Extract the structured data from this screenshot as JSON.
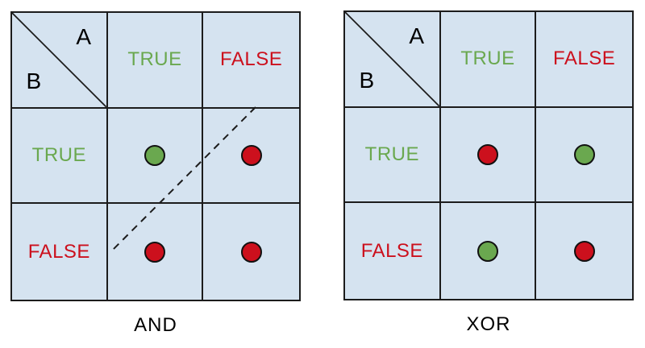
{
  "colors": {
    "cell_background": "#d5e3f0",
    "grid_line": "#1c1c1c",
    "true_green": "#6aa84f",
    "false_red": "#cc101d",
    "caption_black": "#000000"
  },
  "tables": [
    {
      "caption": "AND",
      "corner": {
        "column_variable": "A",
        "row_variable": "B"
      },
      "column_headers": [
        {
          "label": "TRUE"
        },
        {
          "label": "FALSE"
        }
      ],
      "row_headers": [
        {
          "label": "TRUE"
        },
        {
          "label": "FALSE"
        }
      ],
      "cells": {
        "r0c0": {
          "a": "TRUE",
          "b": "TRUE",
          "result": "TRUE",
          "dot_color": "#6aa84f"
        },
        "r0c1": {
          "a": "FALSE",
          "b": "TRUE",
          "result": "FALSE",
          "dot_color": "#cc101d"
        },
        "r1c0": {
          "a": "TRUE",
          "b": "FALSE",
          "result": "FALSE",
          "dot_color": "#cc101d"
        },
        "r1c1": {
          "a": "FALSE",
          "b": "FALSE",
          "result": "FALSE",
          "dot_color": "#cc101d"
        }
      },
      "annotation": "dashed diagonal decision boundary separating the single TRUE outcome"
    },
    {
      "caption": "XOR",
      "corner": {
        "column_variable": "A",
        "row_variable": "B"
      },
      "column_headers": [
        {
          "label": "TRUE"
        },
        {
          "label": "FALSE"
        }
      ],
      "row_headers": [
        {
          "label": "TRUE"
        },
        {
          "label": "FALSE"
        }
      ],
      "cells": {
        "r0c0": {
          "a": "TRUE",
          "b": "TRUE",
          "result": "FALSE",
          "dot_color": "#cc101d"
        },
        "r0c1": {
          "a": "FALSE",
          "b": "TRUE",
          "result": "TRUE",
          "dot_color": "#6aa84f"
        },
        "r1c0": {
          "a": "TRUE",
          "b": "FALSE",
          "result": "TRUE",
          "dot_color": "#6aa84f"
        },
        "r1c1": {
          "a": "FALSE",
          "b": "FALSE",
          "result": "FALSE",
          "dot_color": "#cc101d"
        }
      },
      "annotation": ""
    }
  ]
}
